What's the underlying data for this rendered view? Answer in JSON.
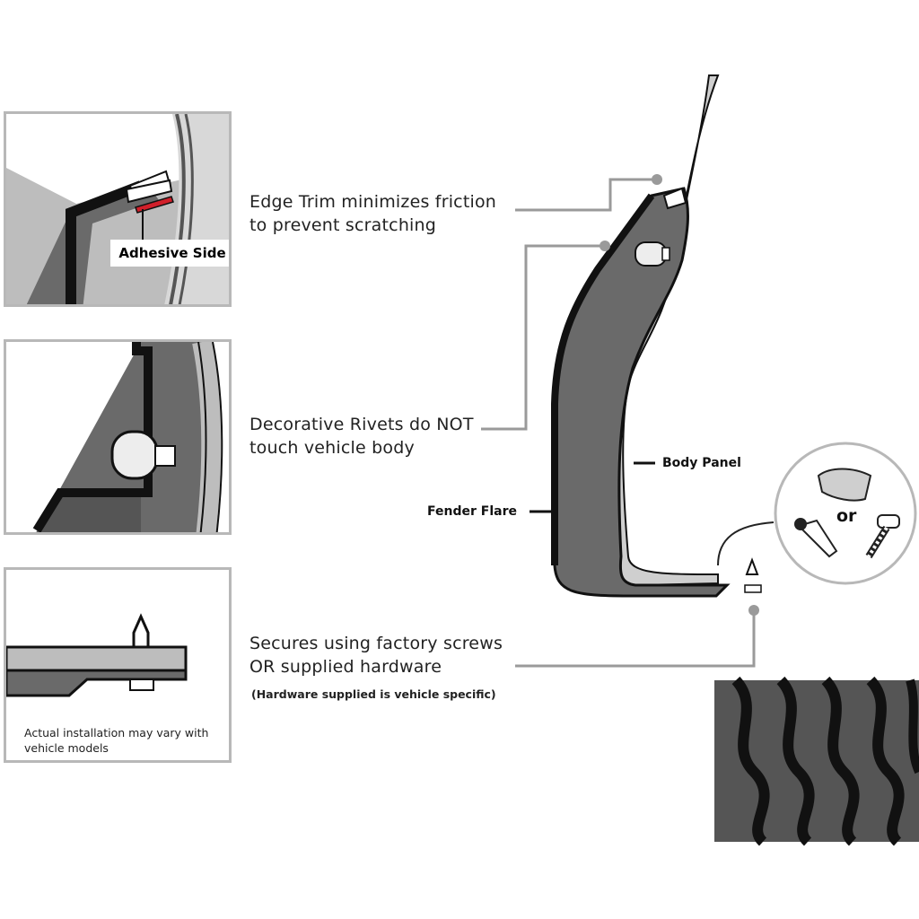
{
  "callouts": {
    "edge_trim": [
      "Edge Trim minimizes friction",
      "to prevent scratching"
    ],
    "rivets": [
      "Decorative Rivets do NOT",
      "touch vehicle body"
    ],
    "secures": [
      "Secures using factory screws",
      "OR supplied hardware"
    ],
    "hardware_note": "(Hardware supplied is vehicle specific)"
  },
  "panels": {
    "adhesive_label": "Adhesive Side",
    "install_note": [
      "Actual installation may vary with",
      "vehicle models"
    ]
  },
  "labels": {
    "body_panel": "Body Panel",
    "fender_flare": "Fender Flare",
    "or": "or"
  },
  "colors": {
    "flare_gray": "#6a6a6a",
    "outline": "#111111",
    "trim_red": "#d11f2a",
    "leader_gray": "#9a9a9a",
    "panel_border": "#b8b8b8"
  }
}
